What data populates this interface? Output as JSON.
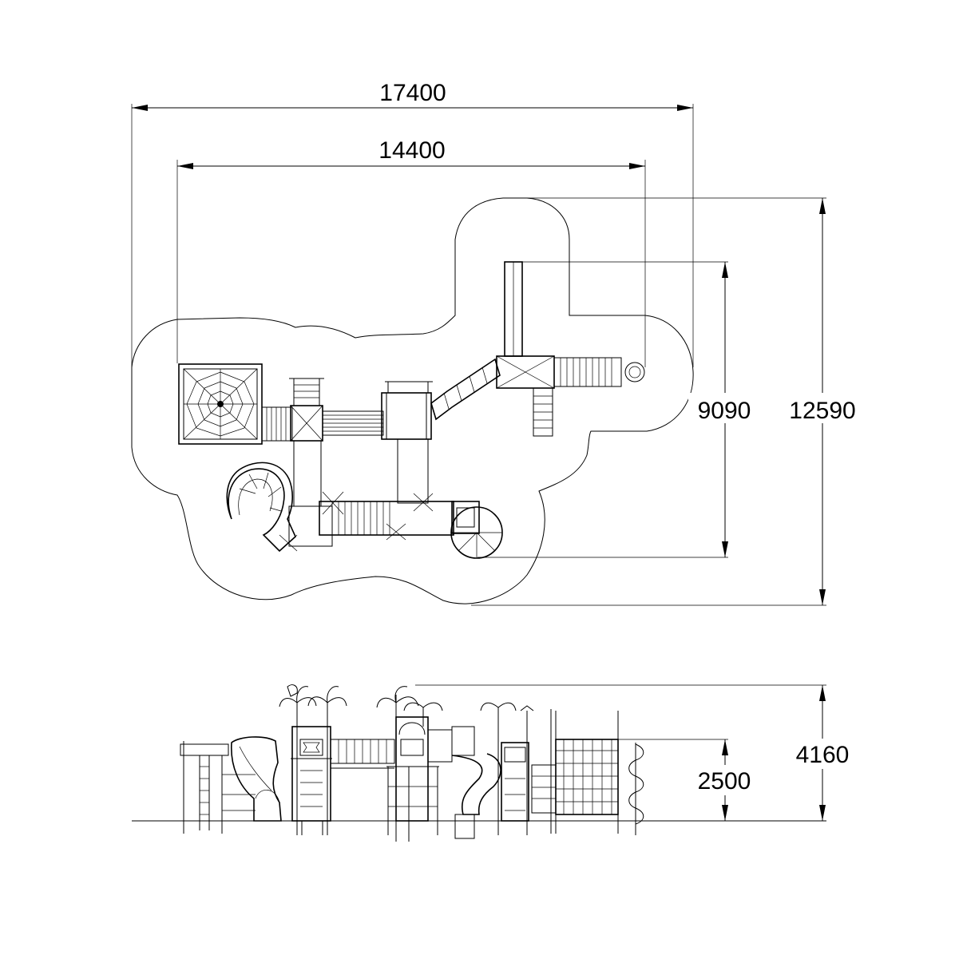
{
  "dimensions": {
    "overall_width": "17400",
    "inner_width": "14400",
    "inner_depth": "9090",
    "overall_depth": "12590",
    "total_height": "4160",
    "platform_height": "2500"
  },
  "views": [
    "plan-view",
    "elevation-view"
  ]
}
